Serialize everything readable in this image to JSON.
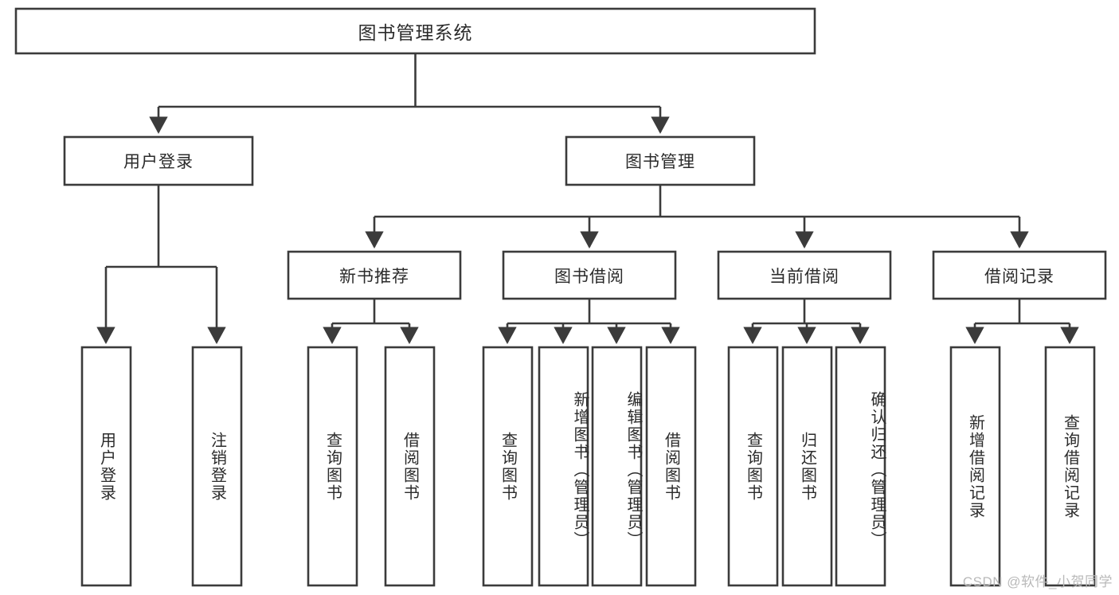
{
  "diagram": {
    "type": "hierarchy-tree",
    "title": "图书管理系统",
    "watermark": "CSDN @软件_小贺同学",
    "colors": {
      "stroke": "#3b3b3b",
      "fill": "#ffffff",
      "text": "#2b2b2b",
      "watermark": "#b9b9b9",
      "background": "#ffffff"
    },
    "root": {
      "label": "图书管理系统"
    },
    "level2": [
      {
        "label": "用户登录"
      },
      {
        "label": "图书管理"
      }
    ],
    "level3": [
      {
        "label": "新书推荐"
      },
      {
        "label": "图书借阅"
      },
      {
        "label": "当前借阅"
      },
      {
        "label": "借阅记录"
      }
    ],
    "leaves": {
      "user_login": [
        {
          "label": "用户登录"
        },
        {
          "label": "注销登录"
        }
      ],
      "new_book_recommend": [
        {
          "label": "查询图书"
        },
        {
          "label": "借阅图书"
        }
      ],
      "book_borrow": [
        {
          "label": "查询图书"
        },
        {
          "label": "新增图书（管理员）"
        },
        {
          "label": "编辑图书（管理员）"
        },
        {
          "label": "借阅图书"
        }
      ],
      "current_borrow": [
        {
          "label": "查询图书"
        },
        {
          "label": "归还图书"
        },
        {
          "label": "确认归还（管理员）"
        }
      ],
      "borrow_record": [
        {
          "label": "新增借阅记录"
        },
        {
          "label": "查询借阅记录"
        }
      ]
    }
  }
}
